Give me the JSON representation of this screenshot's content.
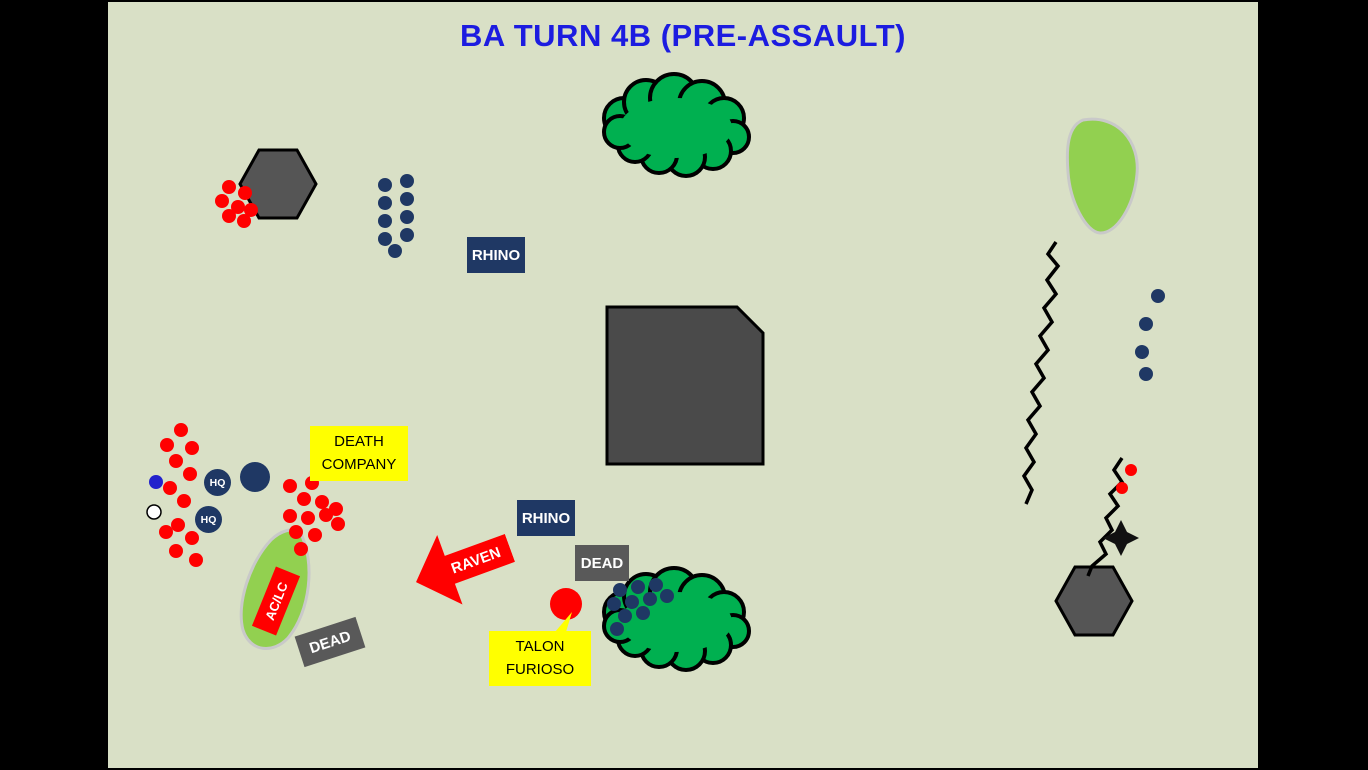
{
  "title": "BA TURN 4B (PRE-ASSAULT)",
  "labels": {
    "rhino_1": "RHINO",
    "rhino_2": "RHINO",
    "dead_1": "DEAD",
    "dead_2": "DEAD",
    "death_company_line1": "DEATH",
    "death_company_line2": "COMPANY",
    "talon_line1": "TALON",
    "talon_line2": "FURIOSO",
    "raven": "RAVEN",
    "aclc": "AC/LC",
    "hq_1": "HQ",
    "hq_2": "HQ"
  },
  "colors": {
    "background": "#d9e0c6",
    "title_blue": "#1c1ce0",
    "marine_red": "#ff0000",
    "navy": "#1f3864",
    "terrain_gray": "#595959",
    "forest_green": "#00b050",
    "hill_green": "#92d050",
    "label_yellow": "#ffff00"
  },
  "units": {
    "groups": [
      {
        "name": "red-marines-north",
        "color": "#ff0000",
        "r": 7,
        "points": [
          [
            121,
            185
          ],
          [
            137,
            191
          ],
          [
            114,
            199
          ],
          [
            130,
            205
          ],
          [
            143,
            208
          ],
          [
            121,
            214
          ],
          [
            136,
            219
          ]
        ]
      },
      {
        "name": "navy-squad-north",
        "color": "#1f3864",
        "r": 7,
        "points": [
          [
            299,
            179
          ],
          [
            277,
            183
          ],
          [
            299,
            197
          ],
          [
            277,
            201
          ],
          [
            299,
            215
          ],
          [
            277,
            219
          ],
          [
            299,
            233
          ],
          [
            277,
            237
          ],
          [
            287,
            249
          ]
        ]
      },
      {
        "name": "death-company-west",
        "color": "#ff0000",
        "r": 7,
        "points": [
          [
            73,
            428
          ],
          [
            59,
            443
          ],
          [
            84,
            446
          ],
          [
            68,
            459
          ],
          [
            82,
            472
          ],
          [
            62,
            486
          ],
          [
            76,
            499
          ],
          [
            58,
            530
          ],
          [
            70,
            523
          ],
          [
            84,
            536
          ],
          [
            68,
            549
          ],
          [
            88,
            558
          ]
        ]
      },
      {
        "name": "death-company-east",
        "color": "#ff0000",
        "r": 7,
        "points": [
          [
            182,
            484
          ],
          [
            204,
            481
          ],
          [
            196,
            497
          ],
          [
            214,
            500
          ],
          [
            228,
            507
          ],
          [
            182,
            514
          ],
          [
            200,
            516
          ],
          [
            218,
            513
          ],
          [
            230,
            522
          ],
          [
            188,
            530
          ],
          [
            207,
            533
          ],
          [
            193,
            547
          ]
        ]
      },
      {
        "name": "blue-marker",
        "color": "#2222cc",
        "r": 7,
        "points": [
          [
            48,
            480
          ]
        ]
      },
      {
        "name": "white-marker",
        "color": "#ffffff",
        "r": 7,
        "stroke": "#000000",
        "points": [
          [
            46,
            510
          ]
        ]
      },
      {
        "name": "command-circle",
        "color": "#1f3864",
        "r": 15,
        "points": [
          [
            147,
            475
          ]
        ]
      },
      {
        "name": "navy-squad-forest",
        "color": "#1f3864",
        "r": 7,
        "points": [
          [
            512,
            588
          ],
          [
            530,
            585
          ],
          [
            548,
            583
          ],
          [
            506,
            602
          ],
          [
            524,
            600
          ],
          [
            542,
            597
          ],
          [
            559,
            594
          ],
          [
            517,
            614
          ],
          [
            535,
            611
          ],
          [
            509,
            627
          ]
        ]
      },
      {
        "name": "navy-scouts-east",
        "color": "#1f3864",
        "r": 7,
        "points": [
          [
            1050,
            294
          ],
          [
            1038,
            322
          ],
          [
            1034,
            350
          ],
          [
            1038,
            372
          ]
        ]
      },
      {
        "name": "red-markers-east",
        "color": "#ff0000",
        "r": 6,
        "points": [
          [
            1023,
            468
          ],
          [
            1014,
            486
          ]
        ]
      },
      {
        "name": "talon-furioso-token",
        "color": "#ff0000",
        "r": 16,
        "points": [
          [
            458,
            602
          ]
        ]
      }
    ]
  }
}
